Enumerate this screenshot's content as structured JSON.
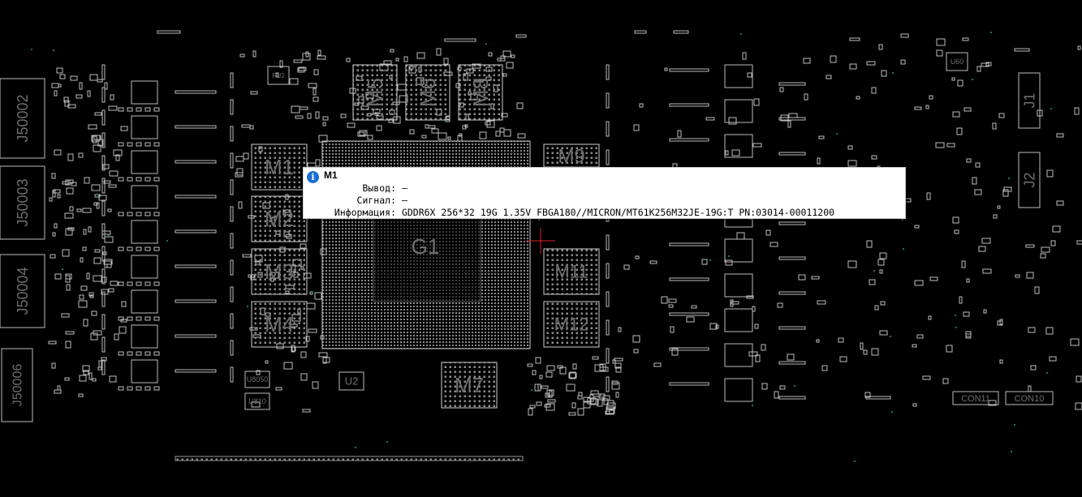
{
  "board": {
    "parts": [
      {
        "id": "gpu",
        "label": "G1"
      },
      {
        "id": "mem-m1",
        "label": "M1"
      },
      {
        "id": "mem-m2",
        "label": "M2"
      },
      {
        "id": "mem-m3",
        "label": "M3"
      },
      {
        "id": "mem-m4",
        "label": "M4"
      },
      {
        "id": "mem-m5",
        "label": "M5"
      },
      {
        "id": "mem-m6",
        "label": "M6"
      },
      {
        "id": "mem-m8",
        "label": "M8"
      },
      {
        "id": "mem-m7",
        "label": "M7"
      },
      {
        "id": "mem-m9",
        "label": "M9"
      },
      {
        "id": "mem-m11",
        "label": "M11"
      },
      {
        "id": "mem-m12",
        "label": "M12"
      },
      {
        "id": "conn-j50002",
        "label": "J50002"
      },
      {
        "id": "conn-j50003",
        "label": "J50003"
      },
      {
        "id": "conn-j50004",
        "label": "J50004"
      },
      {
        "id": "conn-j50006",
        "label": "J50006"
      },
      {
        "id": "conn-j1",
        "label": "J1"
      },
      {
        "id": "conn-j2",
        "label": "J2"
      },
      {
        "id": "conn-con11",
        "label": "CON11"
      },
      {
        "id": "conn-con10",
        "label": "CON10"
      },
      {
        "id": "ic-u2",
        "label": "U2"
      },
      {
        "id": "ic-u8050",
        "label": "U8050"
      },
      {
        "id": "ic-u810",
        "label": "U810"
      },
      {
        "id": "ic-u60",
        "label": "U60"
      },
      {
        "id": "ic-pu2",
        "label": "PU2"
      }
    ]
  },
  "tooltip": {
    "info_icon": "info-icon",
    "title": "M1",
    "rows": [
      {
        "key": "Вывод:",
        "value": "—"
      },
      {
        "key": "Сигнал:",
        "value": "—"
      },
      {
        "key": "Информация:",
        "value": "GDDR6X 256*32 19G 1.35V FBGA180//MICRON/MT61K256M32JE-19G:T PN:03014-00011200"
      }
    ]
  }
}
